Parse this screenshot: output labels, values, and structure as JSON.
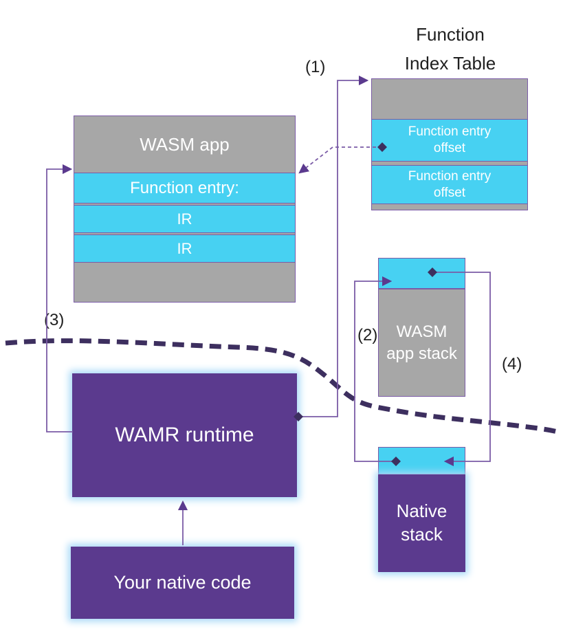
{
  "colors": {
    "gray": "#a7a7a7",
    "cyan": "#47d1f2",
    "purple": "#5b3a8e",
    "line": "#7a5ba6",
    "dark": "#3d2f5f",
    "glow": "#a8d9f7",
    "ink": "#1f1f1f",
    "textlight": "#ffffff"
  },
  "function_index_table": {
    "title": "Function\nIndex Table",
    "row1": "Function entry\noffset",
    "row2": "Function entry\noffset"
  },
  "wasm_app": {
    "title": "WASM app",
    "function_entry": "Function entry:",
    "ir1": "IR",
    "ir2": "IR"
  },
  "wasm_app_stack": {
    "label": "WASM\napp stack"
  },
  "native_stack": {
    "label": "Native\nstack"
  },
  "wamr_runtime": {
    "label": "WAMR runtime"
  },
  "your_native_code": {
    "label": "Your native code"
  },
  "steps": {
    "s1": "(1)",
    "s2": "(2)",
    "s3": "(3)",
    "s4": "(4)"
  }
}
